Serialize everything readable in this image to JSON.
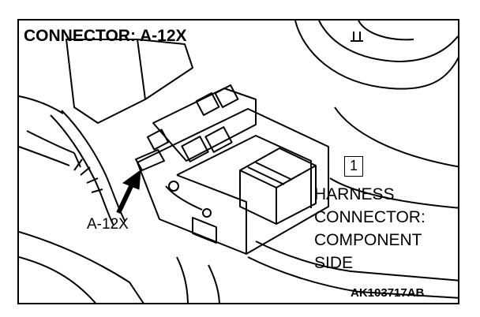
{
  "title": "CONNECTOR: A-12X",
  "arrow_label": "A-12X",
  "callout_number": "1",
  "callout_lines": [
    "HARNESS",
    "CONNECTOR:",
    "COMPONENT",
    "SIDE"
  ],
  "figure_code": "AK103717AB"
}
